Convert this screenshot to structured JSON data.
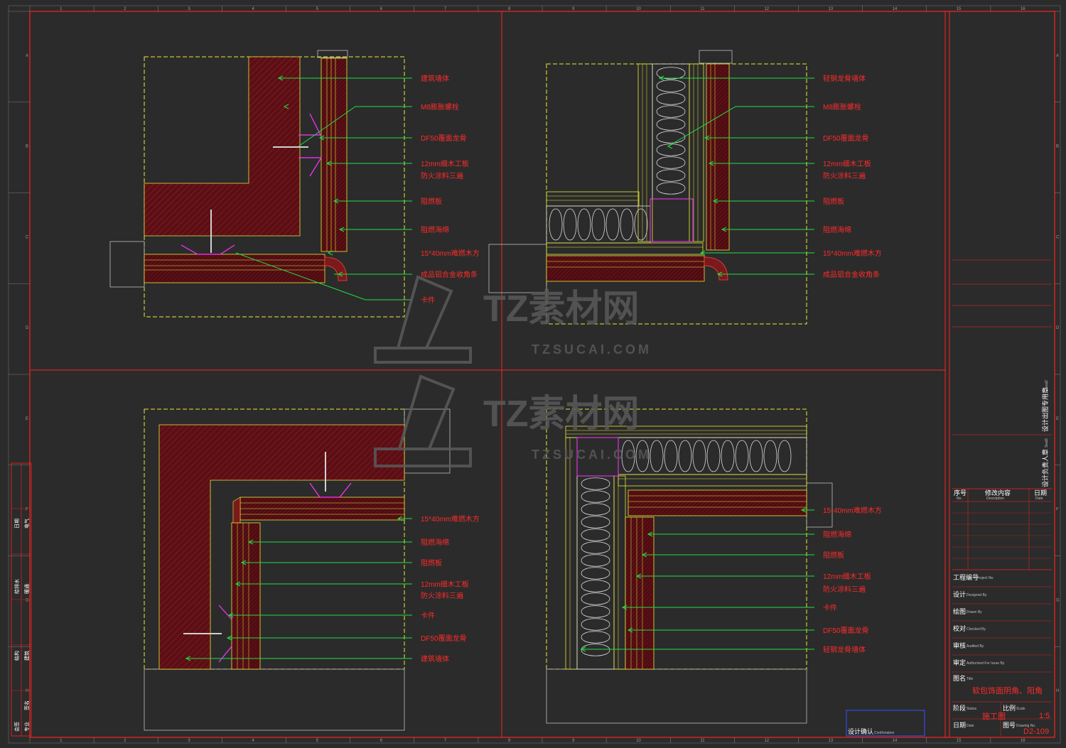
{
  "drawing": {
    "grid_cols": [
      "1",
      "2",
      "3",
      "4",
      "5",
      "6",
      "7",
      "8",
      "9",
      "10",
      "11",
      "12",
      "13",
      "14",
      "15",
      "16"
    ],
    "grid_rows": [
      "A",
      "B",
      "C",
      "D",
      "E",
      "F",
      "G",
      "H"
    ]
  },
  "details": {
    "top_left": [
      "建筑墙体",
      "M8膨胀螺栓",
      "DF50覆面龙骨",
      "12mm细木工板",
      "防火涂料三遍",
      "阻燃板",
      "阻燃海绵",
      "15*40mm难燃木方",
      "成品铝合金收角条",
      "卡件"
    ],
    "top_right": [
      "轻钢龙骨墙体",
      "M8膨胀螺栓",
      "DF50覆面龙骨",
      "12mm细木工板",
      "防火涂料三遍",
      "阻燃板",
      "阻燃海绵",
      "15*40mm难燃木方",
      "成品铝合金收角条"
    ],
    "bottom_left": [
      "15*40mm难燃木方",
      "阻燃海绵",
      "阻燃板",
      "12mm细木工板",
      "防火涂料三遍",
      "卡件",
      "DF50覆面龙骨",
      "建筑墙体"
    ],
    "bottom_right": [
      "15*40mm难燃木方",
      "阻燃海绵",
      "阻燃板",
      "12mm细木工板",
      "防火涂料三遍",
      "卡件",
      "DF50覆面龙骨",
      "轻钢龙骨墙体"
    ]
  },
  "watermark": {
    "brand": "TZ素材网",
    "url": "TZSUCAI.COM"
  },
  "title_block": {
    "stamp_1": "设计出图专用章",
    "stamp_1_sub": "Seal2",
    "stamp_2": "设计负责人章",
    "stamp_2_sub": "Seal3",
    "rev_no": "序号",
    "rev_no_en": "No.",
    "rev_desc": "修改内容",
    "rev_desc_en": "Description",
    "rev_date": "日期",
    "rev_date_en": "Date",
    "project_no": "工程编号",
    "project_no_en": "Project No.",
    "design": "设计",
    "design_en": "Designed By",
    "drawn": "绘图",
    "drawn_en": "Drawn By",
    "checked": "校对",
    "checked_en": "Checked By",
    "audit": "审核",
    "audit_en": "Audited By",
    "authorize": "审定",
    "authorize_en": "Authorized For Issue By",
    "title_label": "图名",
    "title_label_en": "Title",
    "title_value": "软包饰面阴角、阳角",
    "status": "阶段",
    "status_en": "Status",
    "status_value": "施工图",
    "scale": "比例",
    "scale_en": "Scale",
    "scale_value": "1:5",
    "date": "日期",
    "date_en": "Date",
    "drawing_no": "图号",
    "drawing_no_en": "Drawing No.",
    "drawing_no_value": "D2-109",
    "confirm": "设计确认",
    "confirm_en": "Confirmation"
  },
  "left_block": {
    "c1": [
      "会签",
      "结构",
      "给排水"
    ],
    "c2": [
      "专业",
      "建筑",
      "暖通"
    ],
    "c3": [
      "日期",
      "电气",
      "签名"
    ]
  }
}
